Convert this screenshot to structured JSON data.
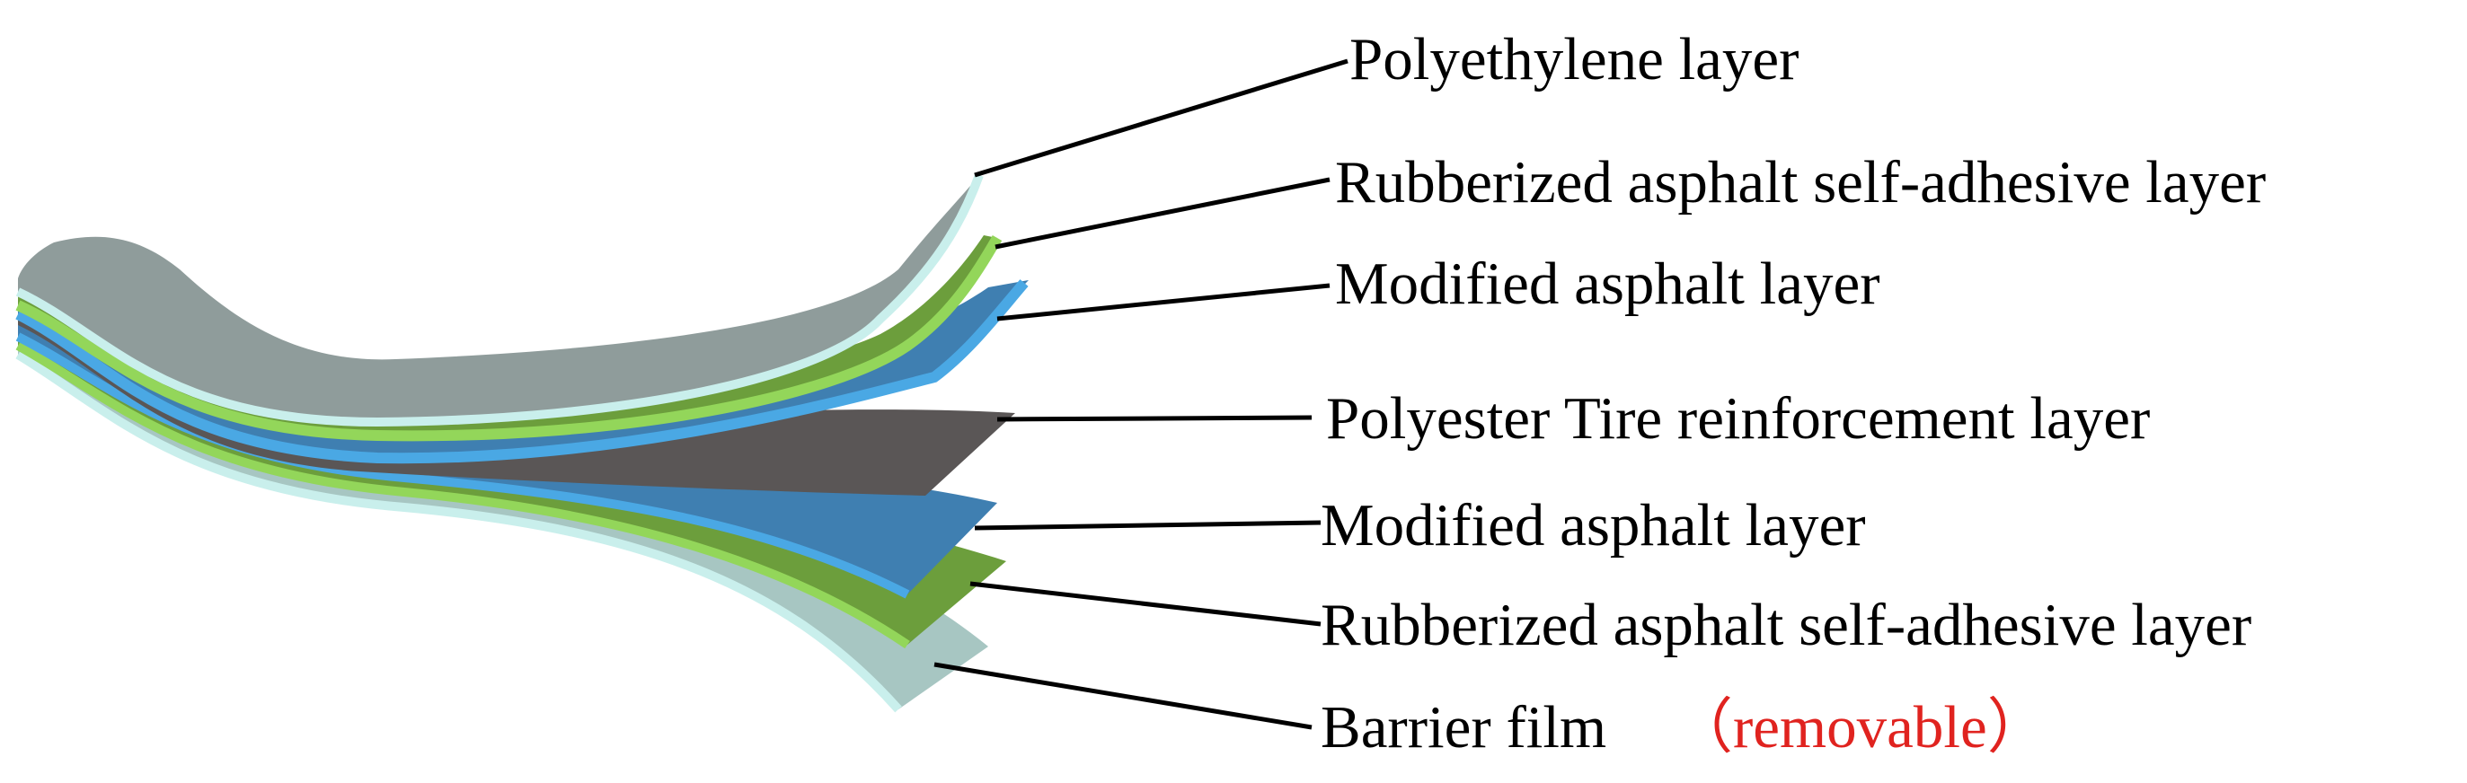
{
  "labels": {
    "l1": "Polyethylene layer",
    "l2": "Rubberized asphalt self-adhesive layer",
    "l3": "Modified asphalt layer",
    "l4": "Polyester Tire reinforcement layer",
    "l5": "Modified asphalt layer",
    "l6": "Rubberized asphalt self-adhesive layer",
    "l7": "Barrier film",
    "l7_note": "（removable）"
  },
  "colors": {
    "polyethylene": "#8f9c9b",
    "rubberized": "#6c9e3c",
    "rubberized_edge": "#93d65a",
    "modified": "#3f7fb1",
    "modified_edge": "#4aa8e4",
    "polyester": "#5a5656",
    "barrier": "#a7c6c2",
    "barrier_edge": "#c9efec",
    "note": "#e0231f",
    "leader": "#000000"
  }
}
